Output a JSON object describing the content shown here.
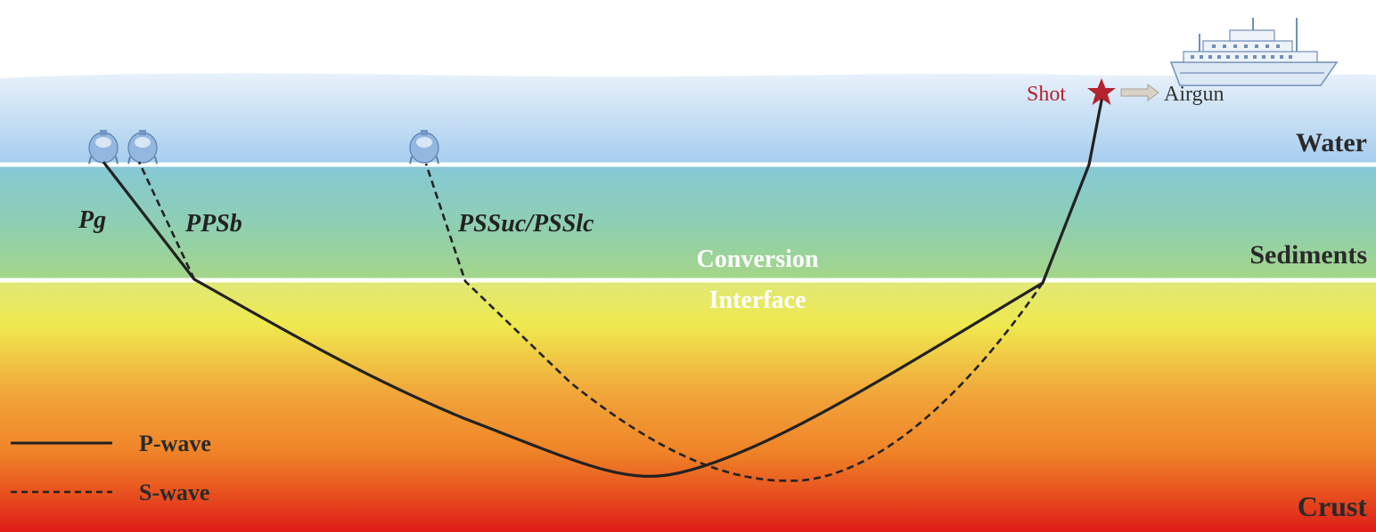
{
  "layers": {
    "water": "Water",
    "sediments": "Sediments",
    "crust": "Crust"
  },
  "interface_label": {
    "line1": "Conversion",
    "line2": "Interface"
  },
  "source": {
    "shot": "Shot",
    "airgun": "Airgun"
  },
  "phases": {
    "pg": "Pg",
    "ppsb": "PPSb",
    "pss": "PSSuc/PSSlc"
  },
  "legend": {
    "p_wave": "P-wave",
    "s_wave": "S-wave"
  },
  "colors": {
    "water_top": "#e9f2fb",
    "water_bottom": "#a9d0ee",
    "sediment_top": "#86c9d6",
    "sediment_bottom": "#a3d68a",
    "crust_top": "#ecec56",
    "crust_mid": "#f08a2a",
    "crust_bottom": "#e01d18",
    "ray": "#222222",
    "shot_star": "#b3232f",
    "interface_line": "#ffffff",
    "layer_label": "#2a2a2a"
  },
  "icons": {
    "ship": "research-vessel-icon",
    "obs": "ocean-bottom-seismometer-icon",
    "star": "shot-star-icon",
    "airgun": "airgun-arrow-icon"
  }
}
